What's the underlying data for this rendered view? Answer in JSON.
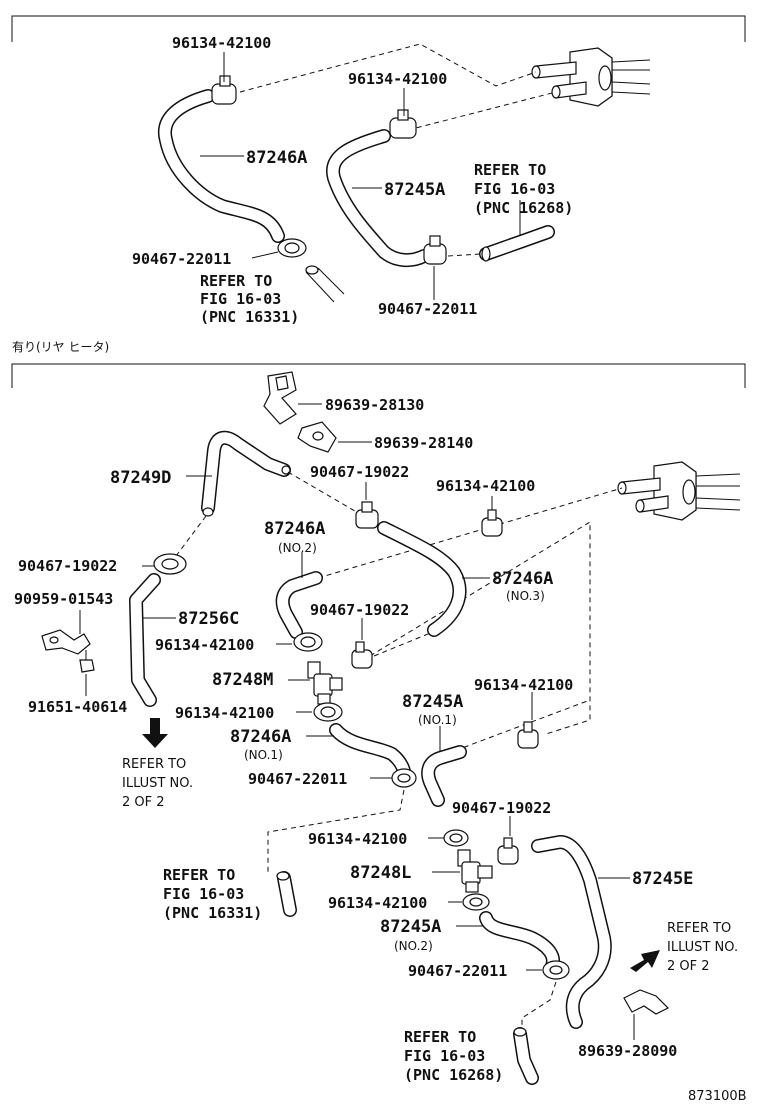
{
  "section_note": "有り(リヤ ヒータ)",
  "figure_code": "873100B",
  "top": {
    "clamp_a": "96134-42100",
    "clamp_b": "96134-42100",
    "hose_a": "87246A",
    "hose_b": "87245A",
    "clamp_c": "90467-22011",
    "clamp_d": "90467-22011",
    "ref1": {
      "line1": "REFER TO",
      "line2": "FIG 16-03",
      "line3": "(PNC 16268)"
    },
    "ref2": {
      "line1": "REFER TO",
      "line2": "FIG 16-03",
      "line3": "(PNC 16331)"
    }
  },
  "bottom": {
    "p_89639_28130": "89639-28130",
    "p_89639_28140": "89639-28140",
    "p_87249D": "87249D",
    "p_90467_19022_a": "90467-19022",
    "p_96134_42100_a": "96134-42100",
    "p_87246A_no2": "87246A",
    "no2_a": "(NO.2)",
    "p_90467_19022_b": "90467-19022",
    "p_87246A_no3": "87246A",
    "no3": "(NO.3)",
    "p_90959_01543": "90959-01543",
    "p_87256C": "87256C",
    "p_90467_19022_c": "90467-19022",
    "p_96134_42100_b": "96134-42100",
    "p_87248M": "87248M",
    "p_91651_40614": "91651-40614",
    "p_96134_42100_c": "96134-42100",
    "p_87245A_no1": "87245A",
    "no1_a": "(NO.1)",
    "p_96134_42100_d": "96134-42100",
    "p_87246A_no1": "87246A",
    "no1_b": "(NO.1)",
    "p_90467_22011_a": "90467-22011",
    "p_90467_19022_d": "90467-19022",
    "p_96134_42100_e": "96134-42100",
    "p_87248L": "87248L",
    "p_87245E": "87245E",
    "p_96134_42100_f": "96134-42100",
    "p_87245A_no2": "87245A",
    "no2_b": "(NO.2)",
    "p_90467_22011_b": "90467-22011",
    "p_89639_28090": "89639-28090",
    "refer_illust_a": {
      "line1": "REFER TO",
      "line2": "ILLUST NO.",
      "line3": "2 OF 2"
    },
    "refer_illust_b": {
      "line1": "REFER TO",
      "line2": "ILLUST NO.",
      "line3": "2 OF 2"
    },
    "ref3": {
      "line1": "REFER TO",
      "line2": "FIG 16-03",
      "line3": "(PNC 16331)"
    },
    "ref4": {
      "line1": "REFER TO",
      "line2": "FIG 16-03",
      "line3": "(PNC 16268)"
    }
  }
}
